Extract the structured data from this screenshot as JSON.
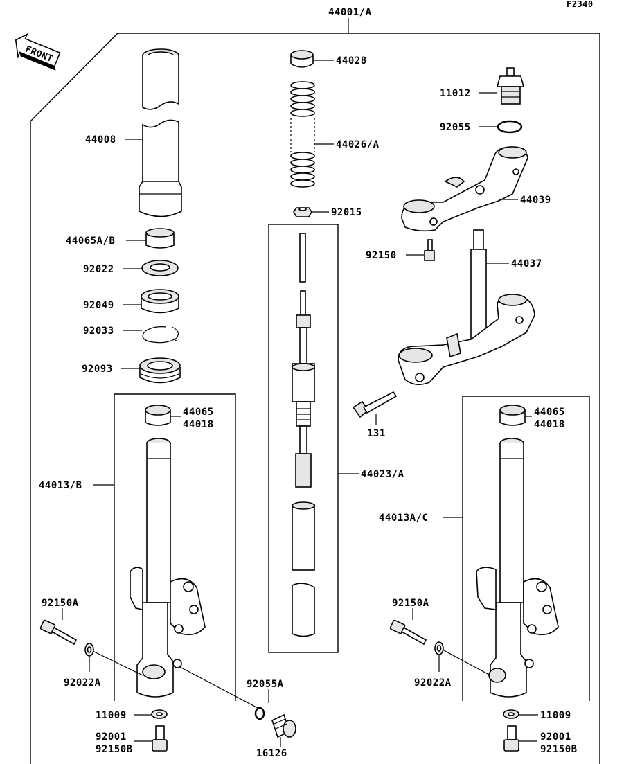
{
  "diagram_code": "F2340",
  "front_badge": "FRONT",
  "labels": {
    "l44001": "44001/A",
    "l44028": "44028",
    "l11012": "11012",
    "l44008": "44008",
    "l44026": "44026/A",
    "l92055": "92055",
    "l44039": "44039",
    "l92015": "92015",
    "l44065ab": "44065A/B",
    "l92022": "92022",
    "l92150": "92150",
    "l44037": "44037",
    "l92049": "92049",
    "l92033": "92033",
    "l92093": "92093",
    "l131": "131",
    "l44065_left": "44065",
    "l44018_left": "44018",
    "l44065_right": "44065",
    "l44018_right": "44018",
    "l44013b": "44013/B",
    "l44023a": "44023/A",
    "l44013ac": "44013A/C",
    "l92150a_left": "92150A",
    "l92150a_right": "92150A",
    "l92022a_left": "92022A",
    "l92022a_right": "92022A",
    "l92055a": "92055A",
    "l11009_left": "11009",
    "l11009_right": "11009",
    "l92001_left": "92001",
    "l92150b_left": "92150B",
    "l92001_right": "92001",
    "l92150b_right": "92150B",
    "l16126": "16126"
  }
}
